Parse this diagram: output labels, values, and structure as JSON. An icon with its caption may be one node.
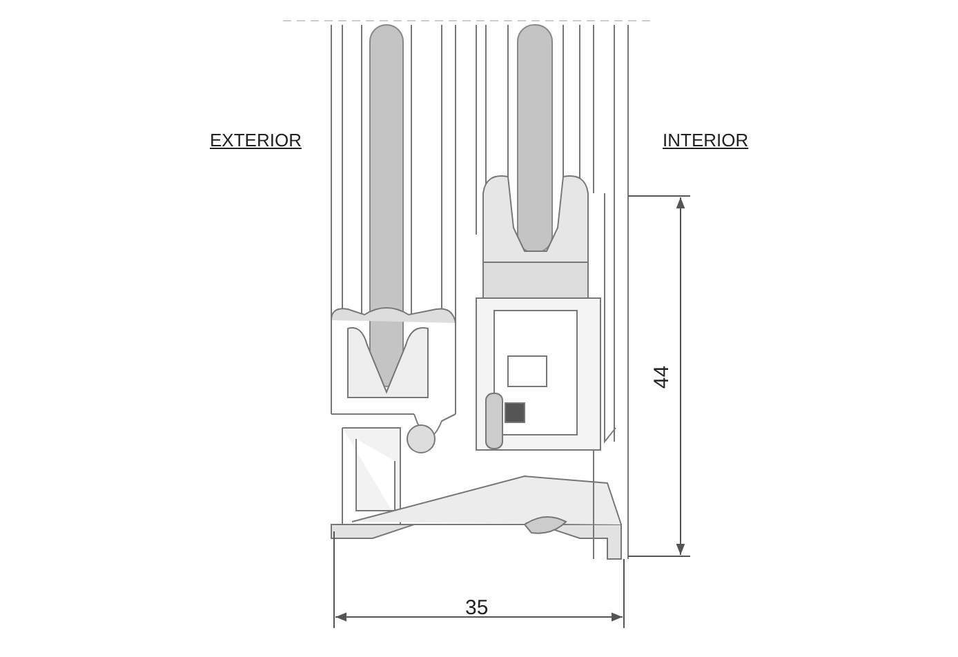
{
  "diagram": {
    "labels": [
      "EXTERIOR",
      "INTERIOR",
      "44",
      "35"
    ]
  }
}
